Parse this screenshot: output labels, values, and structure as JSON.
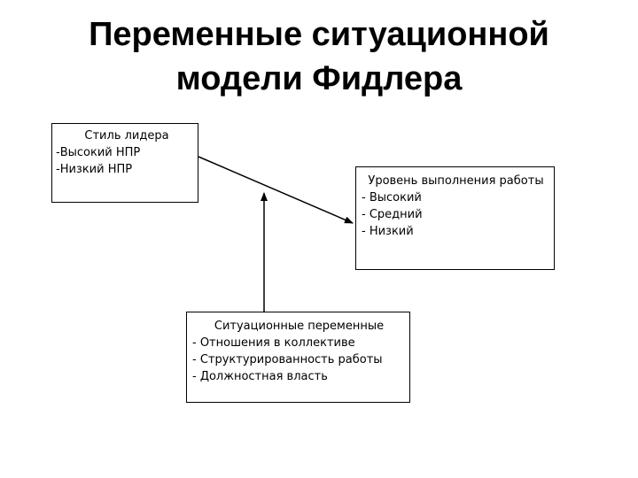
{
  "title": {
    "line1": "Переменные ситуационной",
    "line2": "модели Фидлера"
  },
  "leader_box": {
    "title": "Стиль лидера",
    "items": [
      "-Высокий НПР",
      "-Низкий НПР"
    ]
  },
  "performance_box": {
    "title": "Уровень выполнения работы",
    "items": [
      "- Высокий",
      "- Средний",
      "- Низкий"
    ]
  },
  "situational_box": {
    "title": "Ситуационные переменные",
    "items": [
      "- Отношения в коллективе",
      "- Структурированность работы",
      "- Должностная власть"
    ]
  },
  "colors": {
    "line": "#000000",
    "background": "#ffffff"
  }
}
